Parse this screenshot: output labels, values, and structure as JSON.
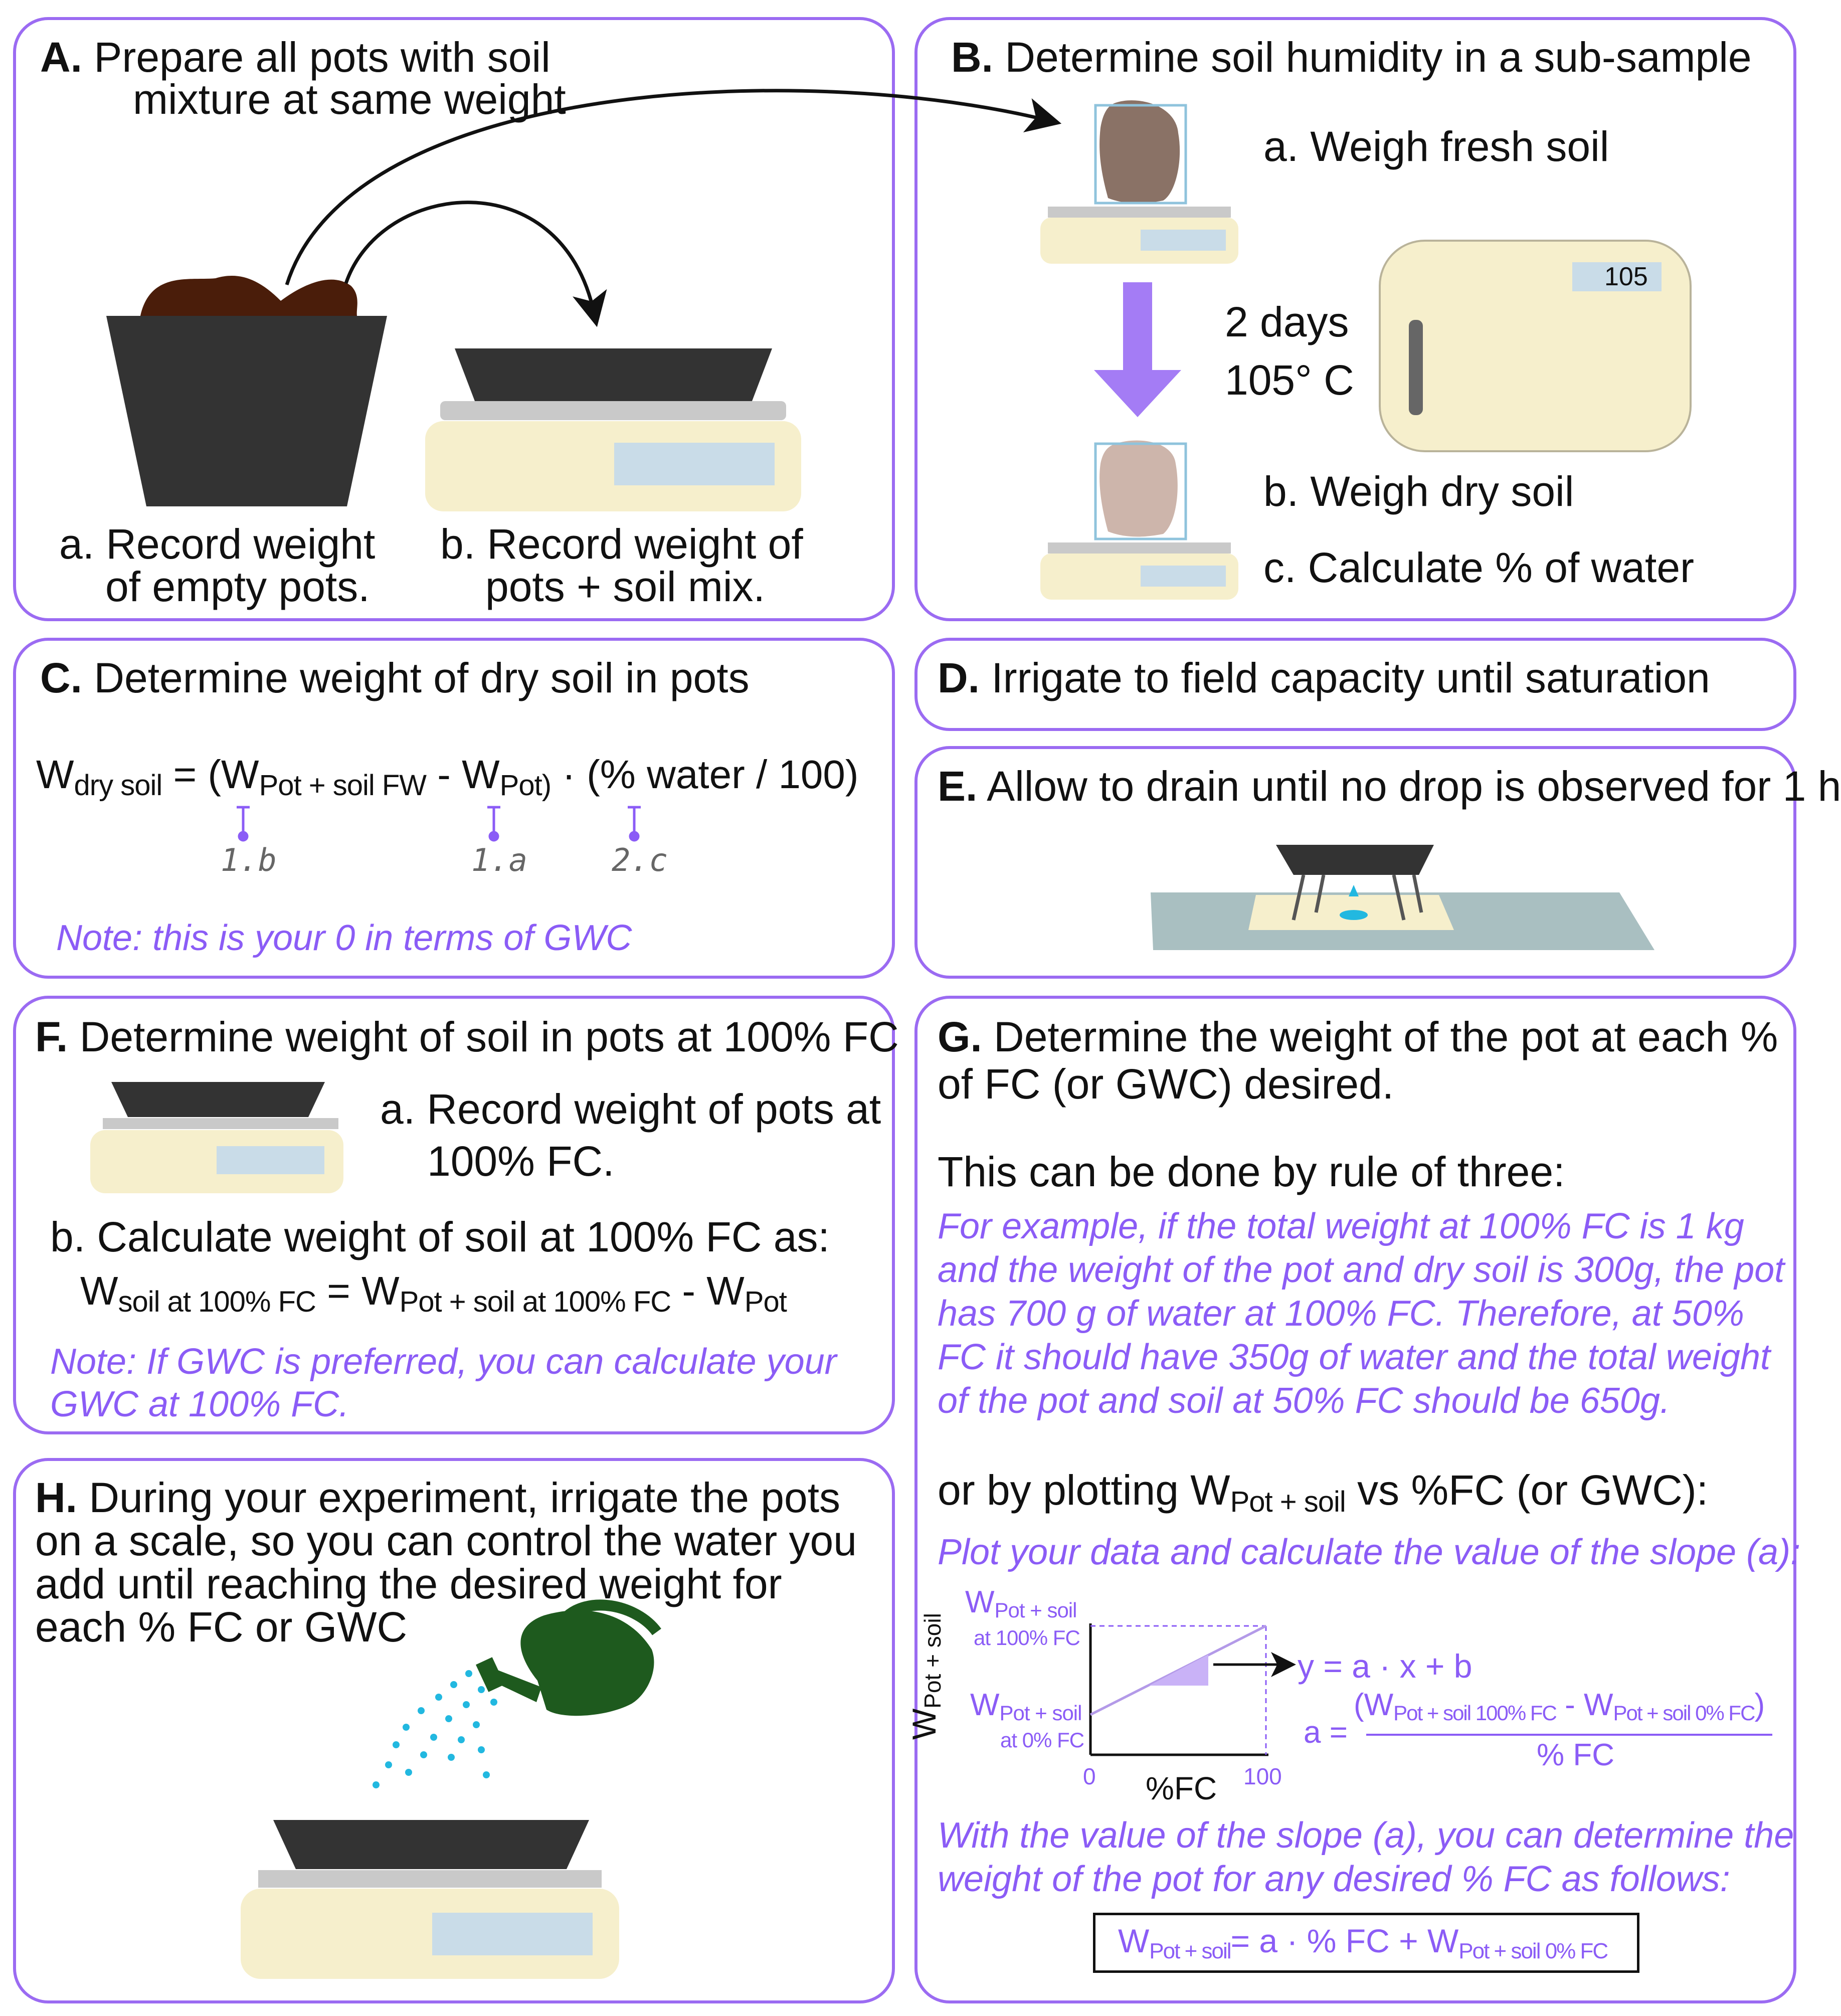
{
  "colors": {
    "panel_border": "#9b6bf2",
    "accent_purple": "#8b5cf6",
    "pot": "#333333",
    "soil_wet": "#4a1d0a",
    "soil_fresh": "#8a7266",
    "soil_dry": "#cdb5ab",
    "scale_body": "#f6efcc",
    "scale_display": "#c9dce8",
    "oven_body": "#f6efcc",
    "water_drop": "#22b8e0",
    "watering_can": "#1e5a1e"
  },
  "panelA": {
    "letter": "A.",
    "title_l1": "Prepare all pots with soil",
    "title_l2": "mixture at same weight",
    "a_l1": "a. Record weight",
    "a_l2": "of empty pots.",
    "b_l1": "b. Record weight of",
    "b_l2": "pots + soil mix.",
    "icons": [
      "pot-with-soil-icon",
      "scale-with-pot-icon",
      "arrow-icon"
    ]
  },
  "panelB": {
    "letter": "B.",
    "title": "Determine soil humidity in a sub-sample",
    "step_a": "a. Weigh fresh soil",
    "time": "2 days",
    "temp": "105° C",
    "oven_display": "105",
    "step_b": "b. Weigh dry soil",
    "step_c": "c. Calculate % of water",
    "icons": [
      "beaker-icon",
      "scale-icon",
      "oven-icon",
      "down-arrow-icon"
    ]
  },
  "panelC": {
    "letter": "C.",
    "title": "Determine weight of dry soil in pots",
    "eq_w1": "W",
    "eq_sub1": "dry soil",
    "eq_mid1": "= (W",
    "eq_sub2": "Pot + soil FW",
    "eq_mid2": "- W",
    "eq_sub3": "Pot)",
    "eq_end": "· (% water / 100)",
    "ref1": "1.b",
    "ref2": "1.a",
    "ref3": "2.c",
    "note": "Note: this is your 0 in terms of GWC"
  },
  "panelD": {
    "letter": "D.",
    "title": "Irrigate to field capacity until saturation"
  },
  "panelE": {
    "letter": "E.",
    "title": "Allow to drain until no drop is observed for 1 h",
    "icons": [
      "draining-pot-icon"
    ]
  },
  "panelF": {
    "letter": "F.",
    "title": "Determine weight of soil in pots at 100% FC",
    "a_l1": "a. Record weight of pots at",
    "a_l2": "100% FC.",
    "b": "b. Calculate weight of soil at 100% FC as:",
    "eq_w1": "W",
    "eq_sub1": "soil at 100% FC",
    "eq_mid1": "= W",
    "eq_sub2": "Pot + soil at 100% FC",
    "eq_mid2": "- W",
    "eq_sub3": "Pot",
    "note_l1": "Note: If GWC is preferred, you can calculate your",
    "note_l2": "GWC at 100% FC."
  },
  "panelG": {
    "letter": "G.",
    "title_l1": "Determine the weight of the pot at each %",
    "title_l2": "of FC (or GWC) desired.",
    "rule": "This can be done by rule of three:",
    "ex_l1": "For example, if the total weight at 100% FC is 1 kg",
    "ex_l2": "and the weight of the pot and dry soil is 300g, the pot",
    "ex_l3": "has 700 g of water at 100% FC. Therefore, at 50%",
    "ex_l4": "FC it should have 350g of water and the total weight",
    "ex_l5": "of the pot and soil at 50% FC should be 650g.",
    "plot_l1": "or by plotting W",
    "plot_sub": "Pot + soil",
    "plot_l2": "vs %FC (or GWC):",
    "plot_note": "Plot your data and calculate the value of the slope (a):",
    "y_axis_w": "W",
    "y_axis_sub": "Pot + soil",
    "y100_w": "W",
    "y100_sub": "Pot + soil",
    "y100_l2": "at 100% FC",
    "y0_w": "W",
    "y0_sub": "Pot + soil",
    "y0_l2": "at 0% FC",
    "x0": "0",
    "x100": "100",
    "x_label": "%FC",
    "eq_line": "y = a · x + b",
    "a_eq": "a =",
    "num_open": "(W",
    "num_sub1": "Pot + soil 100% FC",
    "num_mid": "- W",
    "num_sub2": "Pot + soil 0% FC",
    "num_close": ")",
    "den": "% FC",
    "slope_l1": "With the value of the slope (a), you can determine the",
    "slope_l2": "weight of the pot for any desired % FC as follows:",
    "final_w": "W",
    "final_sub1": "Pot + soil",
    "final_mid": "= a · % FC + W",
    "final_sub2": "Pot + soil 0% FC"
  },
  "panelH": {
    "letter": "H.",
    "l1": "During your experiment, irrigate the pots",
    "l2": "on a scale, so you can control the water you",
    "l3": "add until reaching the desired weight for",
    "l4": "each % FC or GWC",
    "icons": [
      "watering-can-icon",
      "scale-with-pot-icon"
    ]
  }
}
